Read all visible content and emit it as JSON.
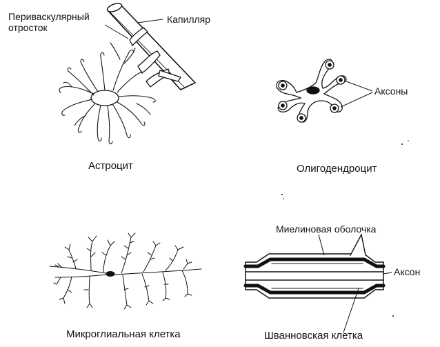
{
  "astrocyte": {
    "perivascular_line1": "Периваскулярный",
    "perivascular_line2": "отросток",
    "capillary": "Капилляр",
    "caption": "Астроцит"
  },
  "oligodendrocyte": {
    "axons": "Аксоны",
    "caption": "Олигодендроцит"
  },
  "microglia": {
    "caption": "Микроглиальная клетка"
  },
  "schwann": {
    "myelin_sheath": "Миелиновая оболочка",
    "axon": "Аксон",
    "caption": "Шванновская клетка"
  }
}
